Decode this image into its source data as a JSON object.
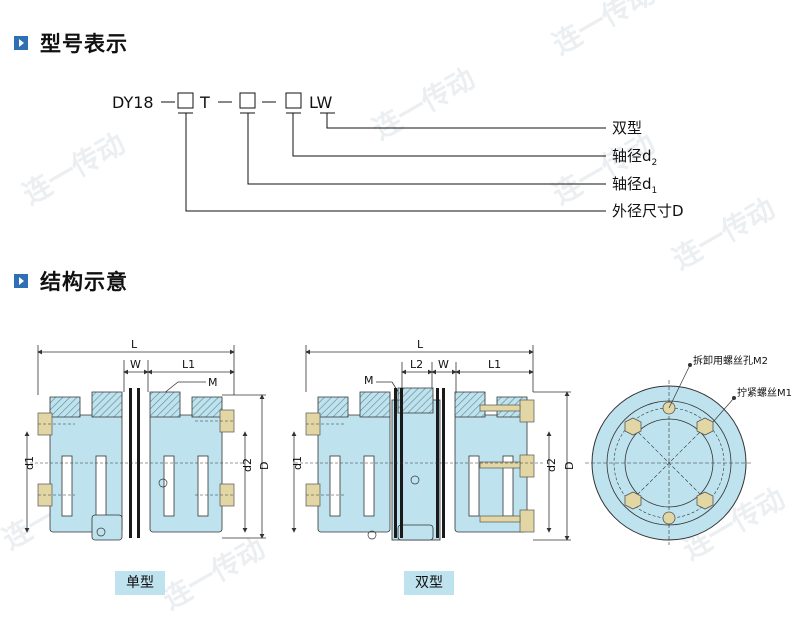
{
  "sections": {
    "model": "型号表示",
    "structure": "结构示意"
  },
  "model_code": {
    "prefix": "DY18",
    "letter": "T",
    "suffix": "LW",
    "legend": {
      "double": "双型",
      "d2_text": "轴径d",
      "d2_sub": "2",
      "d1_text": "轴径d",
      "d1_sub": "1",
      "outer": "外径尺寸D"
    }
  },
  "single": {
    "caption": "单型",
    "dims": {
      "L": "L",
      "W": "W",
      "L1": "L1",
      "M": "M",
      "d1": "d1",
      "d2": "d2",
      "D": "D"
    }
  },
  "double": {
    "caption": "双型",
    "dims": {
      "L": "L",
      "L2": "L2",
      "W": "W",
      "L1": "L1",
      "M": "M",
      "d1": "d1",
      "d2": "d2",
      "D": "D"
    }
  },
  "end_view": {
    "label_m2": "拆卸用螺丝孔M2",
    "label_m1": "拧紧螺丝M1"
  },
  "watermark": "连一传动",
  "colors": {
    "body": "#bfe3ee",
    "bolt": "#e2d7a4",
    "marker": "#2f6fb3",
    "hatch": "#6a8f98",
    "disc": "#1a1a1a"
  }
}
